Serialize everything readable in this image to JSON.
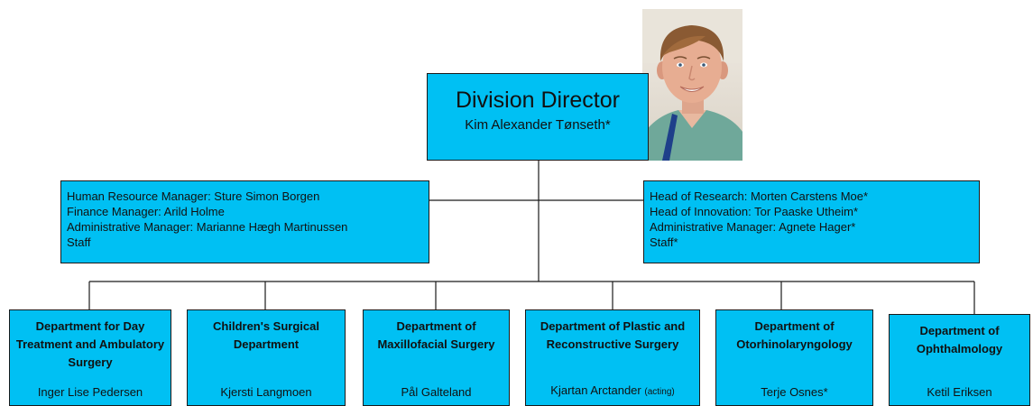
{
  "director": {
    "title": "Division Director",
    "name": "Kim Alexander Tønseth*"
  },
  "staff_left": [
    "Human Resource Manager: Sture Simon Borgen",
    "Finance Manager: Arild Holme",
    "Administrative Manager: Marianne Hægh Martinussen",
    "Staff"
  ],
  "staff_right": [
    "Head of Research: Morten Carstens Moe*",
    "Head of Innovation: Tor Paaske Utheim*",
    "Administrative Manager: Agnete Hager*",
    "Staff*"
  ],
  "departments": [
    {
      "name": "Department for Day Treatment and Ambulatory Surgery",
      "head": "Inger Lise Pedersen",
      "note": ""
    },
    {
      "name": "Children's Surgical Department",
      "head": "Kjersti Langmoen",
      "note": ""
    },
    {
      "name": "Department of Maxillofacial Surgery",
      "head": "Pål Galteland",
      "note": ""
    },
    {
      "name": "Department of Plastic and Reconstructive Surgery",
      "head": "Kjartan Arctander",
      "note": "(acting)"
    },
    {
      "name": "Department of Otorhinolaryngology",
      "head": "Terje Osnes*",
      "note": ""
    },
    {
      "name": "Department of Ophthalmology",
      "head": "Ketil Eriksen",
      "note": ""
    }
  ],
  "colors": {
    "box_fill": "#00c0f3",
    "line": "#1a1a1a"
  },
  "photo": {
    "icon": "director-portrait"
  }
}
